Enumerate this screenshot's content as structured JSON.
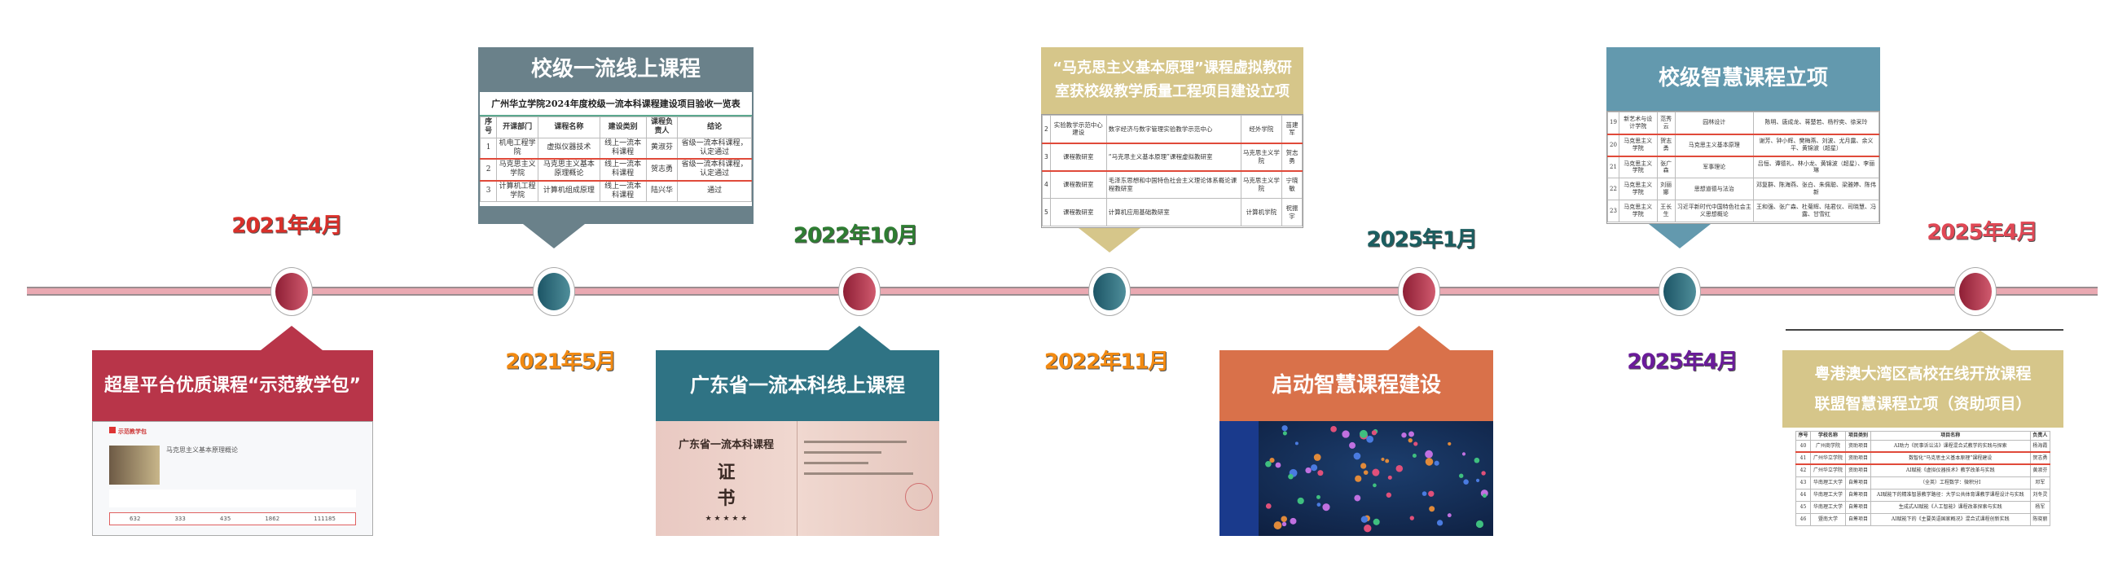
{
  "colors": {
    "line": "#eaa9b2",
    "red_node": "#b0324a",
    "teal_node": "#2f6f7e"
  },
  "dates": [
    {
      "text": "2021年4月",
      "color": "#d9302a"
    },
    {
      "text": "2021年5月",
      "color": "#f28a12"
    },
    {
      "text": "2022年10月",
      "color": "#2e7d32"
    },
    {
      "text": "2022年11月",
      "color": "#f28a12"
    },
    {
      "text": "2025年1月",
      "color": "#1b5e60"
    },
    {
      "text": "2025年4月",
      "color": "#6a1b9a"
    },
    {
      "text": "2025年4月",
      "color": "#e04855"
    }
  ],
  "box1": {
    "title": "超星平台优质课程“示范教学包”",
    "color": "#b83549",
    "app": "示范教学包",
    "course": "马克思主义基本原理概论",
    "stats": [
      "632",
      "333",
      "435",
      "1862",
      "111185"
    ]
  },
  "box2": {
    "title": "校级一流线上课程",
    "color": "#6a818a",
    "caption": "广州华立学院2024年度校级一流本科课程建设项目验收一览表",
    "header": [
      "序号",
      "开课部门",
      "课程名称",
      "建设类别",
      "课程负责人",
      "结论"
    ],
    "rows": [
      [
        "1",
        "机电工程学院",
        "虚拟仪器技术",
        "线上一流本科课程",
        "黄淑芬",
        "省级一流本科课程，认定通过"
      ],
      [
        "2",
        "马克思主义学院",
        "马克思主义基本原理概论",
        "线上一流本科课程",
        "贺志勇",
        "省级一流本科课程，认定通过"
      ],
      [
        "3",
        "计算机工程学院",
        "计算机组成原理",
        "线上一流本科课程",
        "陆兴华",
        "通过"
      ]
    ]
  },
  "box3": {
    "title": "广东省一流本科线上课程",
    "color": "#2f7384",
    "cert_title": "广东省一流本科课程",
    "cert_a": "证",
    "cert_b": "书",
    "stars": "★ ★ ★ ★ ★"
  },
  "box4": {
    "title_1": "“马克思主义基本原理”课程虚拟教研",
    "title_2": "室获校级教学质量工程项目建设立项",
    "color": "#d6c68a",
    "rows": [
      [
        "2",
        "实验教学示范中心建设",
        "数字经济与数字管理实验教学示范中心",
        "经外学院",
        "苗建军"
      ],
      [
        "3",
        "课程教研室",
        "“马克思主义基本原理”课程虚拟教研室",
        "马克思主义学院",
        "贺志勇"
      ],
      [
        "4",
        "课程教研室",
        "毛泽东思想和中国特色社会主义理论体系概论课程教研室",
        "马克思主义学院",
        "宁晓敏"
      ],
      [
        "5",
        "课程教研室",
        "计算机应用基础教研室",
        "计算机学院",
        "祝振宇"
      ]
    ]
  },
  "box5": {
    "title": "启动智慧课程建设",
    "color": "#d9714a"
  },
  "box6": {
    "title": "校级智慧课程立项",
    "color": "#6399ae",
    "rows": [
      [
        "19",
        "新艺术与设计学院",
        "范秀云",
        "园林设计",
        "陈明、唐成龙、蒋楚若、杨柠奕、徐采玲"
      ],
      [
        "20",
        "马克思主义学院",
        "贺志勇",
        "马克思主义基本原理",
        "谢芳、钟小辉、樊梅燕、刘波、尤月露、余义平、黄锦波（超星）"
      ],
      [
        "21",
        "马克思主义学院",
        "张广森",
        "军事理论",
        "吕恒、谭德礼、林小龙、黄锦波（超星）、李丽琳"
      ],
      [
        "22",
        "马克思主义学院",
        "刘丽娜",
        "思想道德与法治",
        "邓复群、陈海燕、张白、朱佩聪、梁雅婷、陈伟新"
      ],
      [
        "23",
        "马克思主义学院",
        "王长生",
        "习近平新时代中国特色社会主义思想概论",
        "王和强、张广森、杜菊辉、陆君仪、司晓慧、冯露、甘雪红"
      ]
    ]
  },
  "box7": {
    "title_1": "粤港澳大湾区高校在线开放课程",
    "title_2": "联盟智慧课程立项（资助项目）",
    "color": "#d6c68a",
    "header": [
      "序号",
      "学校名称",
      "项目类别",
      "项目名称",
      "负责人"
    ],
    "rows": [
      [
        "40",
        "广州商学院",
        "资助项目",
        "AI助力《民事诉讼法》课程混合式教学的实践与探索",
        "杨海霞"
      ],
      [
        "41",
        "广州华立学院",
        "资助项目",
        "数智化“马克思主义基本原理”课程建设",
        "贺志勇"
      ],
      [
        "42",
        "广州华立学院",
        "资助项目",
        "AI赋能《虚拟仪器技术》教学改革与实践",
        "黄淑芬"
      ],
      [
        "43",
        "华南理工大学",
        "自筹项目",
        "（全英）工程数学：微积分I",
        "邓军"
      ],
      [
        "44",
        "华南理工大学",
        "自筹项目",
        "AI赋能下的精准智慧教学路径：大学公共体育课教学课程设计与实践",
        "刘冬灵"
      ],
      [
        "45",
        "华南理工大学",
        "自筹项目",
        "生成式AI赋能《人工智能》课程改革探索与实践",
        "杨军"
      ],
      [
        "46",
        "暨南大学",
        "自筹项目",
        "AI赋能下的《主要英语国家概况》混合式课程创新实践",
        "陈晓丽"
      ]
    ]
  }
}
